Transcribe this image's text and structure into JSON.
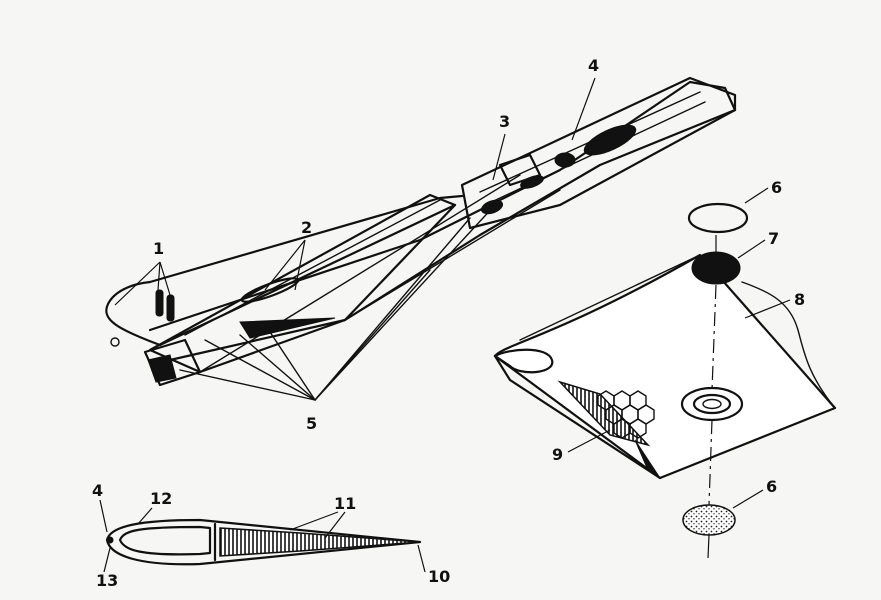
{
  "callouts": {
    "c1": "1",
    "c2": "2",
    "c3": "3",
    "c4_top": "4",
    "c4_bottom": "4",
    "c5": "5",
    "c6_top": "6",
    "c6_bottom": "6",
    "c7": "7",
    "c8": "8",
    "c9": "9",
    "c10": "10",
    "c11": "11",
    "c12": "12",
    "c13": "13"
  },
  "colors": {
    "ink": "#111111",
    "paper": "#f6f6f4"
  }
}
